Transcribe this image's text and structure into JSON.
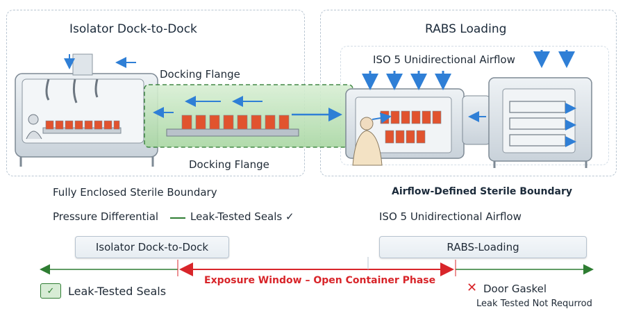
{
  "left_panel": {
    "title": "Isolator Dock-to-Dock",
    "flange_top": "Docking Flange",
    "flange_bottom": "Docking Flange"
  },
  "right_panel": {
    "title": "RABS  Loading",
    "airflow": "ISO 5 Unidirectional Airflow"
  },
  "left_notes": {
    "boundary": "Fully Enclosed Sterile Boundary",
    "pressure": "Pressure Differential",
    "seals": "Leak-Tested Seals ✓"
  },
  "right_notes": {
    "boundary": "Airflow-Defined Sterile Boundary",
    "airflow": "ISO 5 Unidirectional Airflow"
  },
  "bottom_boxes": {
    "left": "Isolator Dock-to-Dock",
    "right": "RABS-Loading"
  },
  "timeline": {
    "exposure": "Exposure Window – Open Container Phase"
  },
  "legend": {
    "left": "Leak-Tested Seals",
    "right_x": "✕",
    "right_1": "Door Gaskel",
    "right_2": "Leak Tested Not Requrrod"
  },
  "colors": {
    "green": "#2e7d32",
    "red": "#d8252a",
    "blue": "#2f7fd6"
  }
}
